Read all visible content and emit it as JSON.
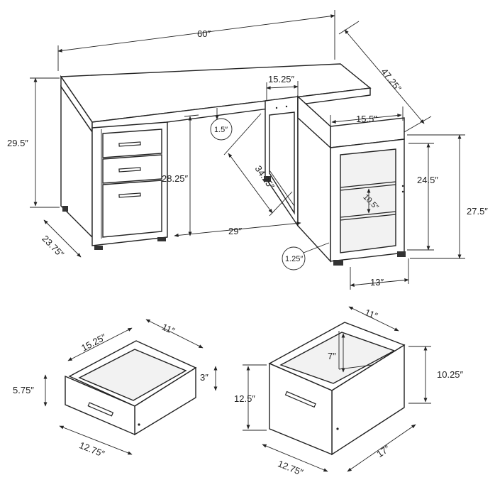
{
  "dimensions": {
    "desk_width": "60″",
    "desk_depth": "47.25″",
    "desk_height": "29.5″",
    "pedestal_depth": "23.75″",
    "knee_height": "28.25″",
    "knee_width": "29″",
    "top_thickness": "1.5″",
    "return_top_width": "15.25″",
    "return_depth": "34.25″",
    "leg_height": "1.25″",
    "shelf_unit_width": "15.5″",
    "shelf_unit_inner_height": "24.5″",
    "shelf_unit_height": "27.5″",
    "shelf_spacing": "10.5″",
    "shelf_unit_depth": "13″",
    "small_drawer_depth": "15.25″",
    "small_drawer_width": "11″",
    "small_drawer_inner_height": "3″",
    "small_drawer_front_height": "5.75″",
    "small_drawer_front_width": "12.75″",
    "file_drawer_width": "11″",
    "file_drawer_inner_height": "7″",
    "file_drawer_side_height": "10.25″",
    "file_drawer_front_height": "12.5″",
    "file_drawer_front_width": "12.75″",
    "file_drawer_depth": "17″"
  }
}
